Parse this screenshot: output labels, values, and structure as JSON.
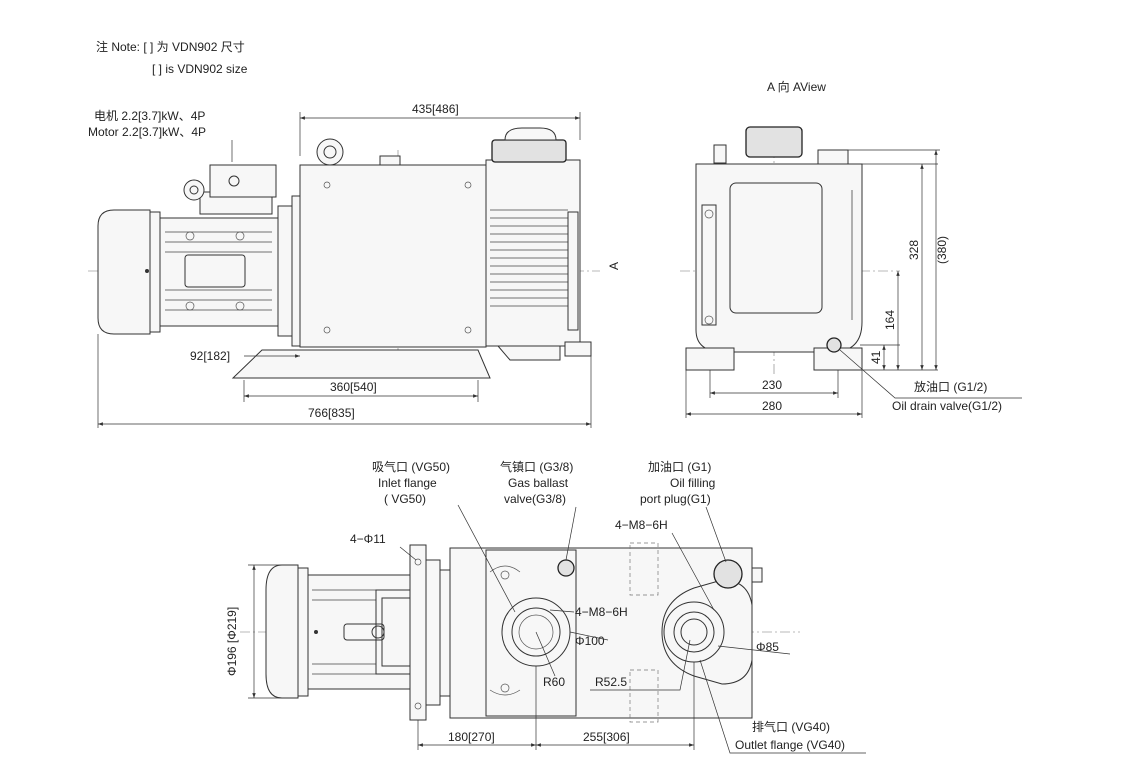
{
  "note": {
    "line1": "注 Note: [ ] 为 VDN902 尺寸",
    "line2": "[ ] is VDN902 size"
  },
  "motor_label": {
    "cn": "电机 2.2[3.7]kW、4P",
    "en": "Motor 2.2[3.7]kW、4P"
  },
  "side_view": {
    "dim_top": "435[486]",
    "dim_base_offset": "92[182]",
    "dim_base": "360[540]",
    "dim_overall": "766[835]",
    "arrow_label": "A"
  },
  "a_view": {
    "title": "A 向 AView",
    "dim_height": "328",
    "dim_height_alt": "(380)",
    "dim_center": "164",
    "dim_drain": "41",
    "dim_inner_width": "230",
    "dim_outer_width": "280",
    "drain_cn": "放油口 (G1/2)",
    "drain_en": "Oil drain valve(G1/2)"
  },
  "top_view": {
    "inlet_cn": "吸气口 (VG50)",
    "inlet_en1": "Inlet flange",
    "inlet_en2": "( VG50)",
    "ballast_cn": "气镇口 (G3/8)",
    "ballast_en1": "Gas ballast",
    "ballast_en2": "valve(G3/8)",
    "oilfill_cn": "加油口 (G1)",
    "oilfill_en1": "Oil filling",
    "oilfill_en2": "port plug(G1)",
    "thread_right": "4−M8−6H",
    "thread_center": "4−M8−6H",
    "holes": "4−Φ11",
    "dia_inlet": "Φ100",
    "dia_outlet": "Φ85",
    "radius_inlet": "R60",
    "radius_outlet": "R52.5",
    "motor_dia": "Φ196 [Φ219]",
    "dim_left": "180[270]",
    "dim_right": "255[306]",
    "outlet_cn": "排气口 (VG40)",
    "outlet_en": "Outlet flange (VG40)"
  }
}
